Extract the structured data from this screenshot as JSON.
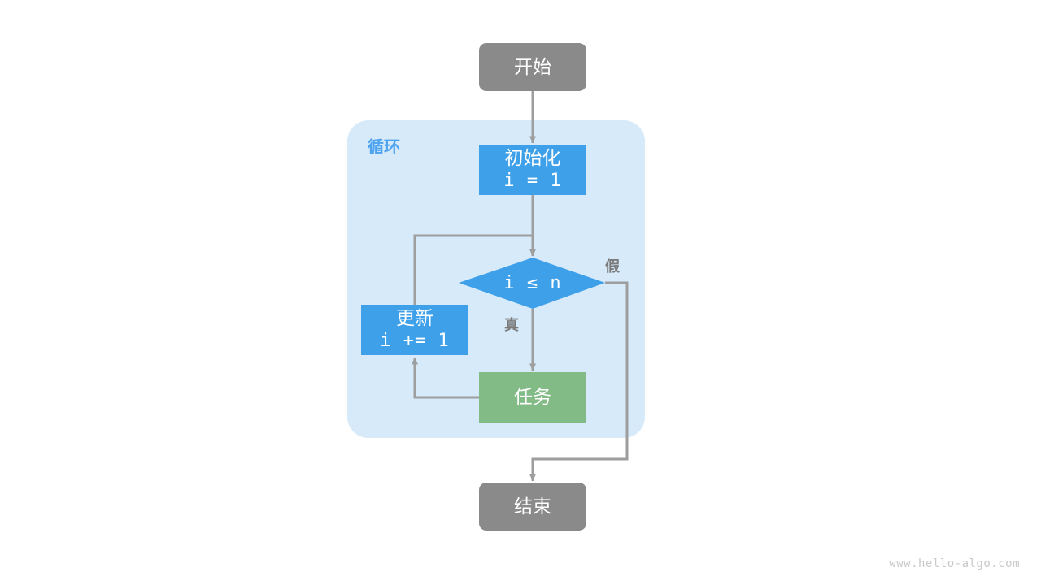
{
  "diagram": {
    "type": "flowchart",
    "title": "for-loop flowchart",
    "colors": {
      "terminal": "#8a8a8a",
      "process_blue": "#3fa0ea",
      "process_green": "#82bb86",
      "group_bg": "#d6eafa",
      "edge": "#9e9e9e",
      "label_text": "#7b7b7b",
      "group_label_text": "#4da3ef",
      "node_text": "#ffffff",
      "watermark": "#c9c9c9",
      "page_bg": "#ffffff"
    },
    "group": {
      "label": "循环"
    },
    "nodes": {
      "start": {
        "label": "开始",
        "shape": "rounded-rect",
        "role": "terminal"
      },
      "init": {
        "label": "初始化",
        "code": "i = 1",
        "shape": "rect",
        "role": "process"
      },
      "condition": {
        "label": "i ≤ n",
        "shape": "diamond",
        "role": "decision"
      },
      "update": {
        "label": "更新",
        "code": "i += 1",
        "shape": "rect",
        "role": "process"
      },
      "task": {
        "label": "任务",
        "shape": "rect",
        "role": "process"
      },
      "end": {
        "label": "结束",
        "shape": "rounded-rect",
        "role": "terminal"
      }
    },
    "edges": {
      "true_label": "真",
      "false_label": "假"
    },
    "watermark": "www.hello-algo.com"
  }
}
